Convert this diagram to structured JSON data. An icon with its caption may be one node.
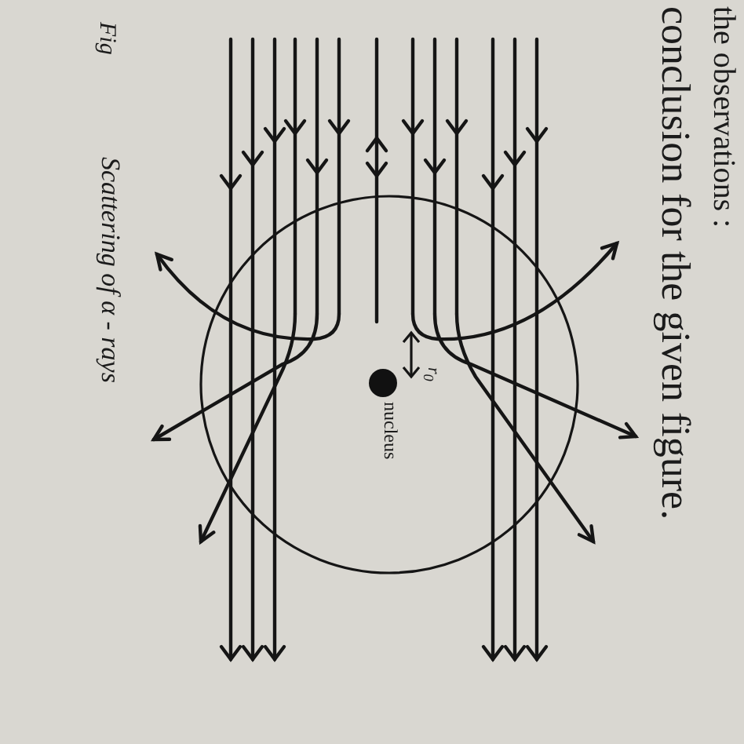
{
  "diagram": {
    "caption": "Scattering of α - rays",
    "labels": [
      "the observations :",
      "conclusion for the given figure.",
      "Fig",
      "nucleus",
      "r$_{0}$"
    ]
  }
}
